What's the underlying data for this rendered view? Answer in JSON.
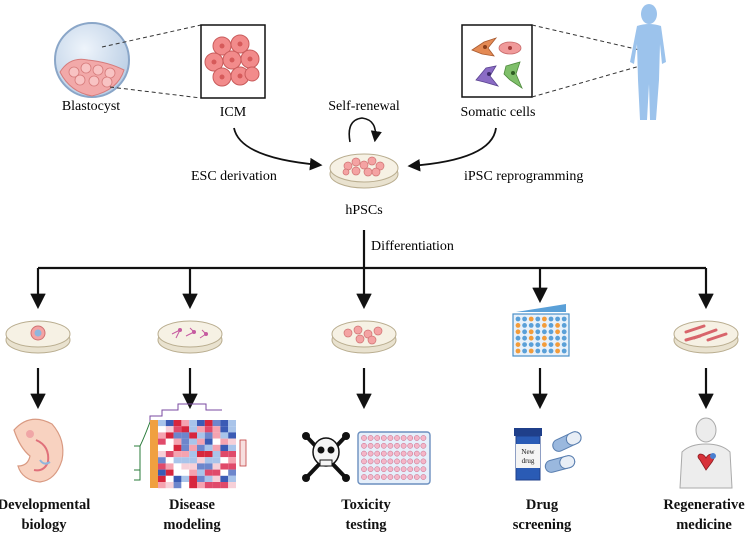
{
  "labels": {
    "blastocyst": "Blastocyst",
    "icm": "ICM",
    "self_renewal": "Self-renewal",
    "somatic_cells": "Somatic cells",
    "esc_derivation": "ESC derivation",
    "ipsc_reprogramming": "iPSC reprogramming",
    "hpscs": "hPSCs",
    "differentiation": "Differentiation",
    "new_drug": "New\ndrug"
  },
  "applications": [
    {
      "line1": "Developmental",
      "line2": "biology"
    },
    {
      "line1": "Disease",
      "line2": "modeling"
    },
    {
      "line1": "Toxicity",
      "line2": "testing"
    },
    {
      "line1": "Drug",
      "line2": "screening"
    },
    {
      "line1": "Regenerative",
      "line2": "medicine"
    }
  ],
  "colors": {
    "cell_pink": "#f08a8a",
    "cell_dark": "#d65a5a",
    "silhouette_blue": "#9cc3ec",
    "dish_rim": "#e9e2cf",
    "dish_fill": "#f6f1e4",
    "arrow": "#111111",
    "plate_frame": "#4a90c8",
    "well_pink": "#f4b6c8"
  }
}
